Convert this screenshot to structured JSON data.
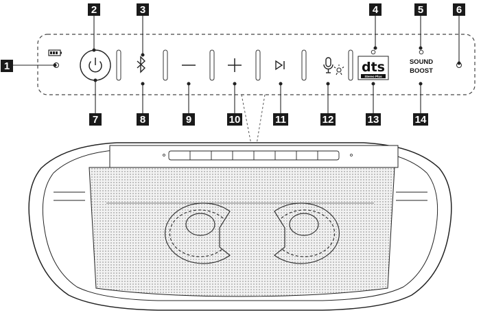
{
  "callouts": [
    "1",
    "2",
    "3",
    "4",
    "5",
    "6",
    "7",
    "8",
    "9",
    "10",
    "11",
    "12",
    "13",
    "14"
  ],
  "panel": {
    "buttons": [
      {
        "name": "power-button",
        "icon": "power-icon"
      },
      {
        "name": "bluetooth-button",
        "icon": "bluetooth-icon"
      },
      {
        "name": "volume-down-button",
        "icon": "minus-icon"
      },
      {
        "name": "volume-up-button",
        "icon": "plus-icon"
      },
      {
        "name": "play-pause-button",
        "icon": "play-pause-icon"
      },
      {
        "name": "voice-assistant-button",
        "icon": "microphone-icon"
      },
      {
        "name": "dts-button",
        "icon": "dts-logo"
      },
      {
        "name": "sound-boost-button",
        "icon": "sound-boost-label"
      }
    ],
    "dts_logo_text": "dts",
    "dts_sub_text": "Stereo Plus",
    "sound_boost_line1": "SOUND",
    "sound_boost_line2": "BOOST",
    "battery_icon": "battery-icon",
    "light_icon": "light-icon"
  },
  "colors": {
    "callout_bg": "#1a1a1a",
    "line": "#222222",
    "speaker_mesh": "#bdbdbd"
  }
}
